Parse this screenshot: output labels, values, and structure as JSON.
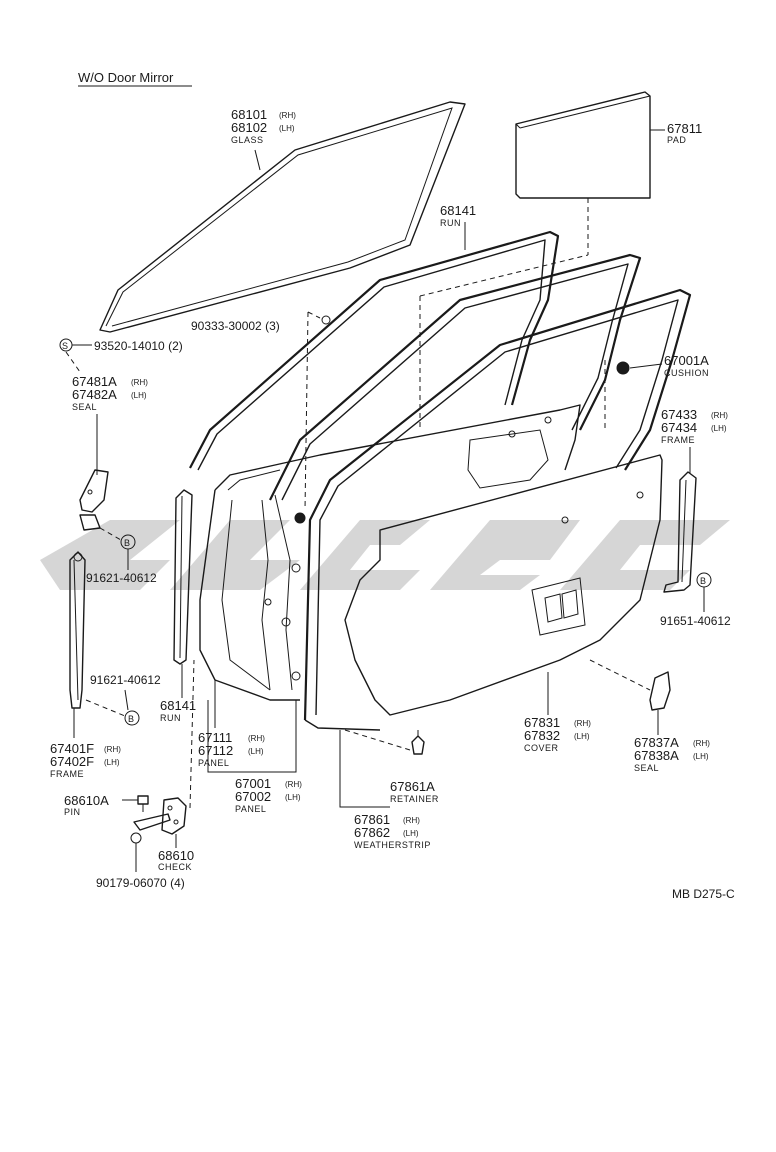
{
  "header": "W/O Door Mirror",
  "diagram_id": "MB D275-C",
  "watermark": "",
  "callouts": {
    "glass": {
      "pn1": "68101",
      "sub1": "(RH)",
      "pn2": "68102",
      "sub2": "(LH)",
      "desc": "GLASS"
    },
    "pad": {
      "pn1": "67811",
      "desc": "PAD"
    },
    "run_upper": {
      "pn1": "68141",
      "desc": "RUN"
    },
    "screw": {
      "text": "90333-30002 (3)"
    },
    "clip": {
      "text": "93520-14010 (2)"
    },
    "seal_upper": {
      "pn1": "67481A",
      "sub1": "(RH)",
      "pn2": "67482A",
      "sub2": "(LH)",
      "desc": "SEAL"
    },
    "cushion": {
      "pn1": "67001A",
      "desc": "CUSHION"
    },
    "frame_right": {
      "pn1": "67433",
      "sub1": "(RH)",
      "pn2": "67434",
      "sub2": "(LH)",
      "desc": "FRAME"
    },
    "bolt_left_top": {
      "text": "91621-40612"
    },
    "bolt_right": {
      "text": "91651-40612"
    },
    "bolt_left_bottom": {
      "text": "91621-40612"
    },
    "run_lower": {
      "pn1": "68141",
      "desc": "RUN"
    },
    "panel_inner": {
      "pn1": "67111",
      "sub1": "(RH)",
      "pn2": "67112",
      "sub2": "(LH)",
      "desc": "PANEL"
    },
    "frame_left": {
      "pn1": "67401F",
      "sub1": "(RH)",
      "pn2": "67402F",
      "sub2": "(LH)",
      "desc": "FRAME"
    },
    "panel_door": {
      "pn1": "67001",
      "sub1": "(RH)",
      "pn2": "67002",
      "sub2": "(LH)",
      "desc": "PANEL"
    },
    "retainer": {
      "pn1": "67861A",
      "desc": "RETAINER"
    },
    "cover": {
      "pn1": "67831",
      "sub1": "(RH)",
      "pn2": "67832",
      "sub2": "(LH)",
      "desc": "COVER"
    },
    "seal_lower": {
      "pn1": "67837A",
      "sub1": "(RH)",
      "pn2": "67838A",
      "sub2": "(LH)",
      "desc": "SEAL"
    },
    "weatherstrip": {
      "pn1": "67861",
      "sub1": "(RH)",
      "pn2": "67862",
      "sub2": "(LH)",
      "desc": "WEATHERSTRIP"
    },
    "pin": {
      "pn1": "68610A",
      "desc": "PIN"
    },
    "check": {
      "pn1": "68610",
      "desc": "CHECK"
    },
    "nut": {
      "text": "90179-06070 (4)"
    }
  }
}
